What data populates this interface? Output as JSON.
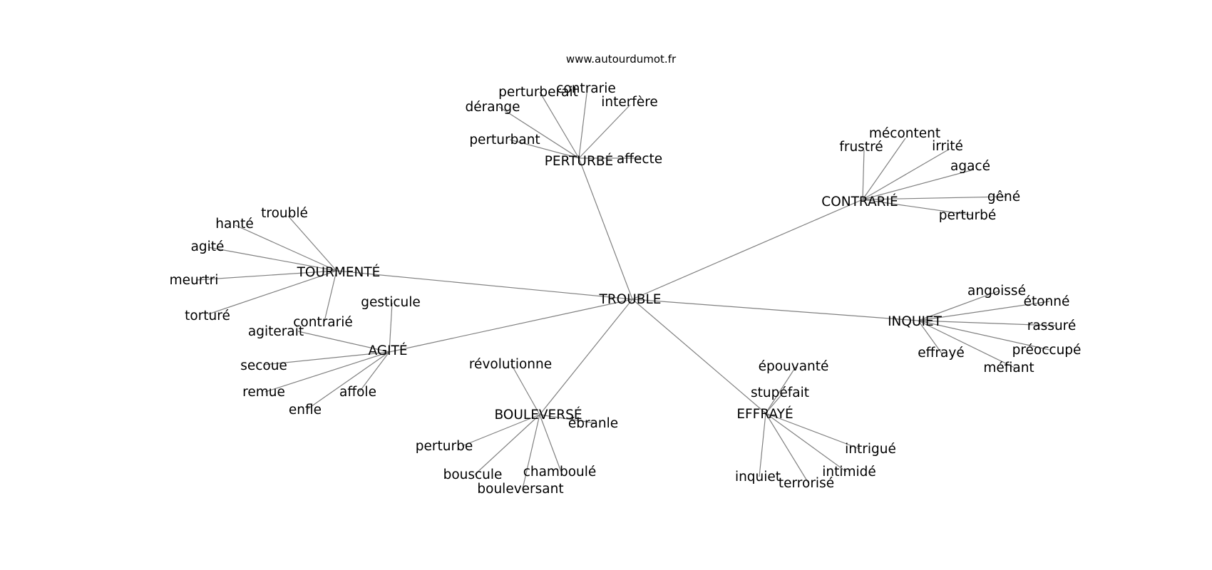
{
  "source_text": "www.autourdumot.fr",
  "colors": {
    "edge": "#808080",
    "text": "#000000",
    "background": "#ffffff"
  },
  "root": "TROUBLE",
  "hubs": [
    {
      "id": "perturbe_hub",
      "label": "PERTURBÉ",
      "children": [
        "dérange",
        "perturberait",
        "contrarie",
        "interfère",
        "perturbant",
        "affecte"
      ]
    },
    {
      "id": "contrarie_hub",
      "label": "CONTRARIÉ",
      "children": [
        "frustré",
        "mécontent",
        "irrité",
        "agacé",
        "gêné",
        "perturbé"
      ]
    },
    {
      "id": "tourmente_hub",
      "label": "TOURMENTÉ",
      "children": [
        "troublé",
        "hanté",
        "agité",
        "meurtri",
        "torturé",
        "contrarié"
      ]
    },
    {
      "id": "agite_hub",
      "label": "AGITÉ",
      "children": [
        "gesticule",
        "agiterait",
        "secoue",
        "remue",
        "enfle",
        "affole"
      ]
    },
    {
      "id": "inquiet_hub",
      "label": "INQUIET",
      "children": [
        "angoissé",
        "étonné",
        "rassuré",
        "préoccupé",
        "effrayé",
        "méfiant"
      ]
    },
    {
      "id": "bouleverse_hub",
      "label": "BOULEVERSÉ",
      "children": [
        "révolutionne",
        "ébranle",
        "perturbe",
        "bouscule",
        "chamboulé",
        "bouleversant"
      ]
    },
    {
      "id": "effraye_hub",
      "label": "EFFRAYÉ",
      "children": [
        "épouvanté",
        "stupéfait",
        "intrigué",
        "intimidé",
        "terrorisé",
        "inquiet"
      ]
    }
  ]
}
